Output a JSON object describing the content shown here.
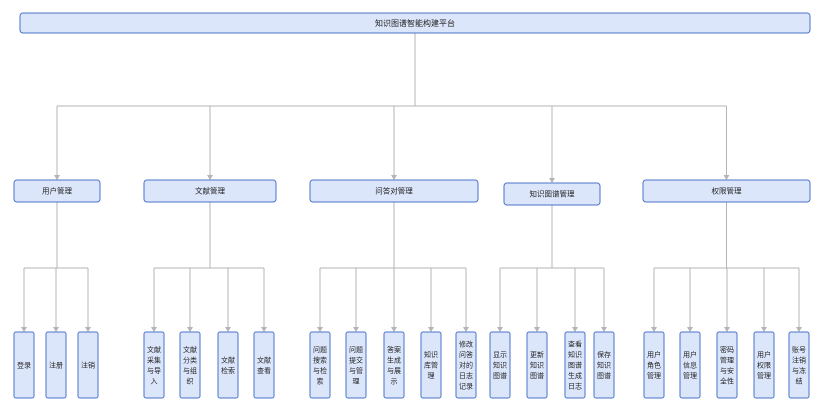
{
  "root": {
    "label": "知识图谱智能构建平台"
  },
  "modules": [
    {
      "label": "用户管理",
      "children": [
        [
          "登录"
        ],
        [
          "注册"
        ],
        [
          "注销"
        ]
      ]
    },
    {
      "label": "文献管理",
      "children": [
        [
          "文献",
          "采集",
          "与导",
          "入"
        ],
        [
          "文献",
          "分类",
          "与组",
          "织"
        ],
        [
          "文献",
          "检索"
        ],
        [
          "文献",
          "查看"
        ]
      ]
    },
    {
      "label": "问答对管理",
      "children": [
        [
          "问题",
          "搜索",
          "与检",
          "索"
        ],
        [
          "问题",
          "提交",
          "与管",
          "理"
        ],
        [
          "答案",
          "生成",
          "与展",
          "示"
        ],
        [
          "知识",
          "库管",
          "理"
        ],
        [
          "修改",
          "问答",
          "对的",
          "日志",
          "记录"
        ]
      ]
    },
    {
      "label": "知识图谱管理",
      "children": [
        [
          "显示",
          "知识",
          "图谱"
        ],
        [
          "更新",
          "知识",
          "图谱"
        ],
        [
          "查看",
          "知识",
          "图谱",
          "生成",
          "日志"
        ],
        [
          "保存",
          "知识",
          "图谱"
        ]
      ]
    },
    {
      "label": "权限管理",
      "children": [
        [
          "用户",
          "角色",
          "管理"
        ],
        [
          "用户",
          "信息",
          "管理"
        ],
        [
          "密码",
          "管理",
          "与安",
          "全性"
        ],
        [
          "用户",
          "权限",
          "管理"
        ],
        [
          "账号",
          "注销",
          "与冻",
          "结"
        ]
      ]
    }
  ],
  "colors": {
    "node_fill": "#dce6fb",
    "node_border": "#4a72c8",
    "connector": "#b4b4b4"
  }
}
